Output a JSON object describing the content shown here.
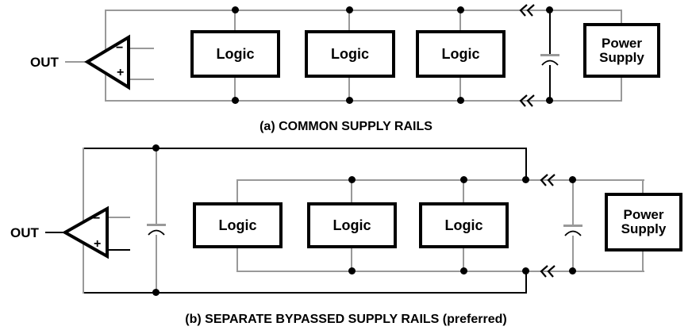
{
  "colors": {
    "wire": "#999999",
    "ink": "#000000",
    "background": "#ffffff"
  },
  "diagram_a": {
    "caption": "(a) COMMON SUPPLY RAILS",
    "opamp": {
      "output_label": "OUT",
      "inverting_input": "−",
      "noninverting_input": "+"
    },
    "logic_labels": [
      "Logic",
      "Logic",
      "Logic"
    ],
    "power_supply": {
      "line1": "Power",
      "line2": "Supply"
    }
  },
  "diagram_b": {
    "caption": "(b) SEPARATE BYPASSED SUPPLY RAILS (preferred)",
    "opamp": {
      "output_label": "OUT",
      "inverting_input": "−",
      "noninverting_input": "+"
    },
    "logic_labels": [
      "Logic",
      "Logic",
      "Logic"
    ],
    "power_supply": {
      "line1": "Power",
      "line2": "Supply"
    }
  }
}
